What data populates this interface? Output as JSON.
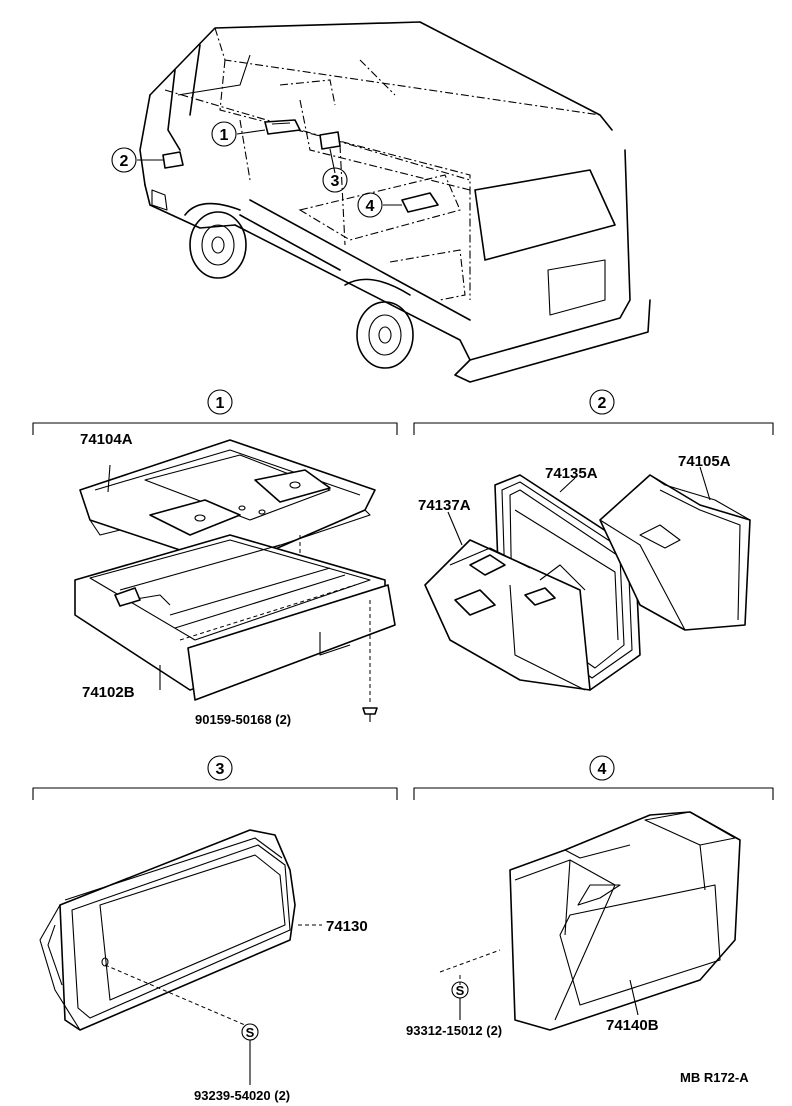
{
  "callouts": {
    "c1": "1",
    "c2": "2",
    "c3": "3",
    "c4": "4"
  },
  "sections": {
    "s1": {
      "number": "1",
      "parts": {
        "lid": "74104A",
        "tray": "74102B",
        "screw": "90159-50168 (2)"
      }
    },
    "s2": {
      "number": "2",
      "parts": {
        "insert": "74137A",
        "retainer": "74135A",
        "housing": "74105A"
      }
    },
    "s3": {
      "number": "3",
      "parts": {
        "ashtray": "74130",
        "screw": "93239-54020 (2)",
        "screw_symbol": "S"
      }
    },
    "s4": {
      "number": "4",
      "parts": {
        "ashtray": "74140B",
        "screw": "93312-15012 (2)",
        "screw_symbol": "S"
      }
    }
  },
  "diagram_code": "MB R172-A"
}
